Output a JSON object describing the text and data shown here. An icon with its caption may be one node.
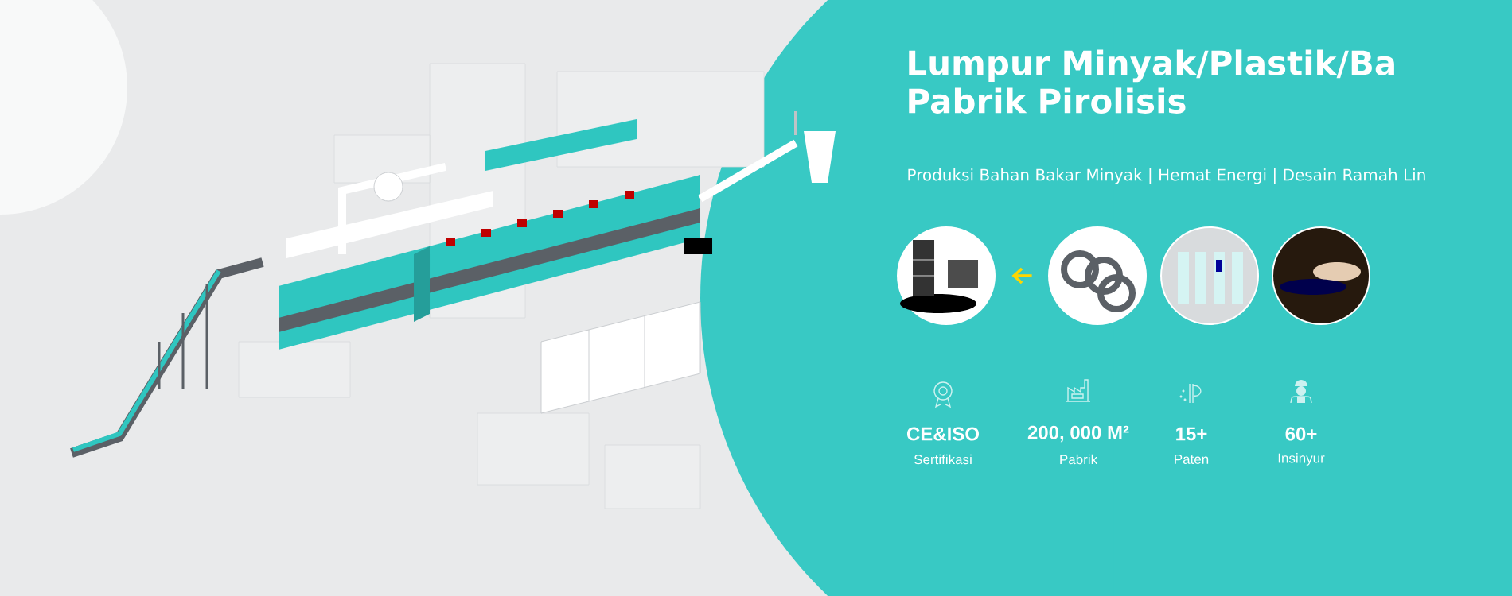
{
  "diagram": {
    "title": "Lumpur Minyak/Plastik/Ba Pabrik Pirolisis",
    "nodes": [
      {
        "text": [],
        "shape": "picture"
      },
      {
        "text": [],
        "shape": "picture"
      },
      {
        "text": [],
        "shape": "picture"
      },
      {
        "text": [],
        "shape": "picture"
      }
    ],
    "edges": [
      {
        "from": 1,
        "to": 0,
        "arrow": "to"
      }
    ],
    "labels": [
      "Produksi Bahan Bakar Minyak | Hemat Energi | Desain Ramah Lin",
      "CE&ISO",
      "Sertifikasi",
      "200, 000 M²",
      "Pabrik",
      "15+",
      "Paten",
      "60+",
      "Insinyur"
    ]
  }
}
